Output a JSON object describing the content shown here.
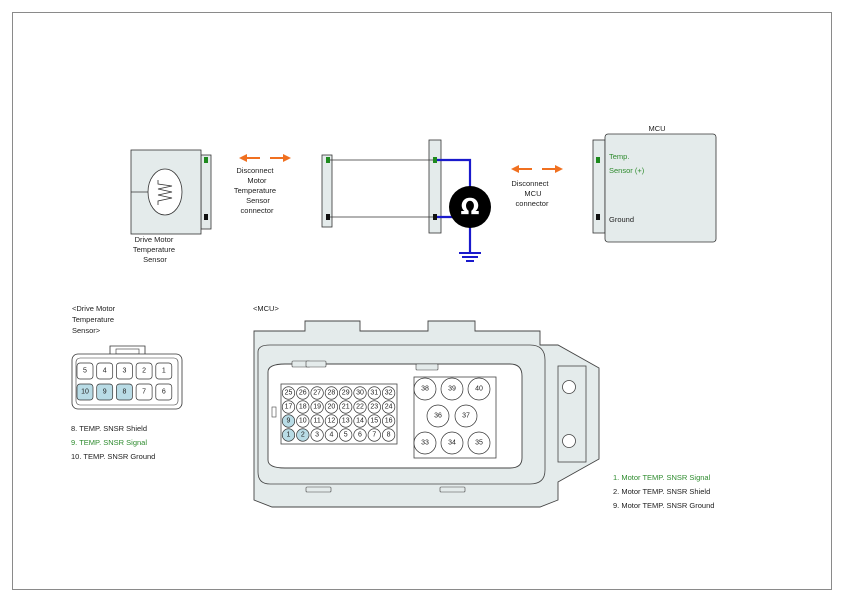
{
  "top": {
    "sensor_label": [
      "Drive Motor",
      "Temperature",
      "Sensor"
    ],
    "disconnect_sensor": [
      "Disconnect",
      "Motor",
      "Temperature",
      "Sensor",
      "connector"
    ],
    "disconnect_mcu": [
      "Disconnect",
      "MCU",
      "connector"
    ],
    "ohm_symbol": "Ω",
    "mcu": {
      "title": "MCU",
      "temp_pin": [
        "Temp.",
        "Sensor (+)"
      ],
      "ground_pin": "Ground"
    }
  },
  "sensor_connector": {
    "title": [
      "<Drive Motor",
      "Temperature",
      "Sensor>"
    ],
    "row1": [
      "5",
      "4",
      "3",
      "2",
      "1"
    ],
    "row2": [
      "10",
      "9",
      "8",
      "7",
      "6"
    ],
    "highlighted": [
      "10",
      "9",
      "8"
    ],
    "legend": [
      {
        "text": "8. TEMP. SNSR Shield",
        "color": "#222222"
      },
      {
        "text": "9. TEMP. SNSR Signal",
        "color": "#2e8b2e"
      },
      {
        "text": "10. TEMP. SNSR Ground",
        "color": "#222222"
      }
    ]
  },
  "mcu_connector": {
    "title": "<MCU>",
    "rows": [
      [
        "25",
        "26",
        "27",
        "28",
        "29",
        "30",
        "31",
        "32"
      ],
      [
        "17",
        "18",
        "19",
        "20",
        "21",
        "22",
        "23",
        "24"
      ],
      [
        "9",
        "10",
        "11",
        "12",
        "13",
        "14",
        "15",
        "16"
      ],
      [
        "1",
        "2",
        "3",
        "4",
        "5",
        "6",
        "7",
        "8"
      ]
    ],
    "highlighted": [
      "1",
      "2",
      "9"
    ],
    "big_pins": {
      "top": [
        "38",
        "39",
        "40"
      ],
      "middle": [
        "36",
        "37"
      ],
      "bottom": [
        "33",
        "34",
        "35"
      ]
    },
    "legend": [
      {
        "text": "1. Motor TEMP. SNSR Signal",
        "color": "#2e8b2e"
      },
      {
        "text": "2. Motor TEMP. SNSR Shield",
        "color": "#222222"
      },
      {
        "text": "9. Motor TEMP. SNSR Ground",
        "color": "#222222"
      }
    ]
  },
  "colors": {
    "arrow": "#f07020",
    "wire_blue": "#1a1acc",
    "pin_highlight": "#b9dce6",
    "green": "#2e8b2e",
    "box_fill": "#e4ebeb"
  }
}
